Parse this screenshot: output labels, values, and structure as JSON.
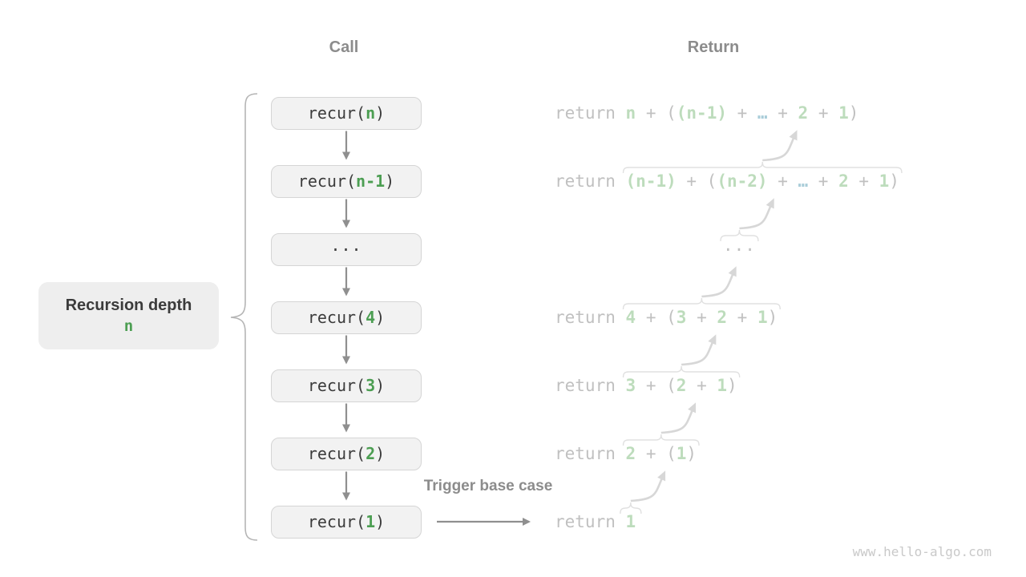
{
  "headers": {
    "call": "Call",
    "return": "Return"
  },
  "depth_label": {
    "title": "Recursion depth",
    "value": "n"
  },
  "trigger_label": "Trigger base case",
  "watermark": "www.hello-algo.com",
  "colors": {
    "call_green": "#4c9e52",
    "call_dark": "#3b3b3b",
    "return_green": "#bddcbc",
    "return_gray": "#c0c0c0",
    "return_teal": "#a9cdd9",
    "header_gray": "#8c8c8c",
    "box_fill": "#f2f2f2",
    "box_border": "#d5d5d5",
    "flow_arrow": "#8f8f8f",
    "annotation": "#dcdcdc"
  },
  "call_column": {
    "boxes": [
      {
        "segments": [
          {
            "t": "recur(",
            "c": "dark"
          },
          {
            "t": "n",
            "c": "green"
          },
          {
            "t": ")",
            "c": "dark"
          }
        ]
      },
      {
        "segments": [
          {
            "t": "recur(",
            "c": "dark"
          },
          {
            "t": "n-1",
            "c": "green"
          },
          {
            "t": ")",
            "c": "dark"
          }
        ]
      },
      {
        "segments": [
          {
            "t": "...",
            "c": "dark"
          }
        ]
      },
      {
        "segments": [
          {
            "t": "recur(",
            "c": "dark"
          },
          {
            "t": "4",
            "c": "green"
          },
          {
            "t": ")",
            "c": "dark"
          }
        ]
      },
      {
        "segments": [
          {
            "t": "recur(",
            "c": "dark"
          },
          {
            "t": "3",
            "c": "green"
          },
          {
            "t": ")",
            "c": "dark"
          }
        ]
      },
      {
        "segments": [
          {
            "t": "recur(",
            "c": "dark"
          },
          {
            "t": "2",
            "c": "green"
          },
          {
            "t": ")",
            "c": "dark"
          }
        ]
      },
      {
        "segments": [
          {
            "t": "recur(",
            "c": "dark"
          },
          {
            "t": "1",
            "c": "green"
          },
          {
            "t": ")",
            "c": "dark"
          }
        ]
      }
    ]
  },
  "return_column": {
    "lines": [
      {
        "type": "code",
        "keyword": "return ",
        "brace": false,
        "arrow_to_above": false,
        "expr": [
          {
            "t": "n",
            "c": "green"
          },
          {
            "t": " + ",
            "c": "gray"
          },
          {
            "t": "(",
            "c": "gray"
          },
          {
            "t": "(n-1)",
            "c": "green"
          },
          {
            "t": " + ",
            "c": "gray"
          },
          {
            "t": "…",
            "c": "teal"
          },
          {
            "t": " + ",
            "c": "gray"
          },
          {
            "t": "2",
            "c": "green"
          },
          {
            "t": " + ",
            "c": "gray"
          },
          {
            "t": "1",
            "c": "green"
          },
          {
            "t": ")",
            "c": "gray"
          }
        ]
      },
      {
        "type": "code",
        "keyword": "return ",
        "brace": true,
        "arrow_to_above": true,
        "expr": [
          {
            "t": "(n-1)",
            "c": "green"
          },
          {
            "t": " + ",
            "c": "gray"
          },
          {
            "t": "(",
            "c": "gray"
          },
          {
            "t": "(n-2)",
            "c": "green"
          },
          {
            "t": " + ",
            "c": "gray"
          },
          {
            "t": "…",
            "c": "teal"
          },
          {
            "t": " + ",
            "c": "gray"
          },
          {
            "t": "2",
            "c": "green"
          },
          {
            "t": " + ",
            "c": "gray"
          },
          {
            "t": "1",
            "c": "green"
          },
          {
            "t": ")",
            "c": "gray"
          }
        ]
      },
      {
        "type": "dots",
        "brace": true,
        "arrow_to_above": true,
        "expr": [
          {
            "t": "...",
            "c": "gray"
          }
        ]
      },
      {
        "type": "code",
        "keyword": "return ",
        "brace": true,
        "arrow_to_above": true,
        "expr": [
          {
            "t": "4",
            "c": "green"
          },
          {
            "t": " + ",
            "c": "gray"
          },
          {
            "t": "(",
            "c": "gray"
          },
          {
            "t": "3",
            "c": "green"
          },
          {
            "t": " + ",
            "c": "gray"
          },
          {
            "t": "2",
            "c": "green"
          },
          {
            "t": " + ",
            "c": "gray"
          },
          {
            "t": "1",
            "c": "green"
          },
          {
            "t": ")",
            "c": "gray"
          }
        ]
      },
      {
        "type": "code",
        "keyword": "return ",
        "brace": true,
        "arrow_to_above": true,
        "expr": [
          {
            "t": "3",
            "c": "green"
          },
          {
            "t": " + ",
            "c": "gray"
          },
          {
            "t": "(",
            "c": "gray"
          },
          {
            "t": "2",
            "c": "green"
          },
          {
            "t": " + ",
            "c": "gray"
          },
          {
            "t": "1",
            "c": "green"
          },
          {
            "t": ")",
            "c": "gray"
          }
        ]
      },
      {
        "type": "code",
        "keyword": "return ",
        "brace": true,
        "arrow_to_above": true,
        "expr": [
          {
            "t": "2",
            "c": "green"
          },
          {
            "t": " + ",
            "c": "gray"
          },
          {
            "t": "(",
            "c": "gray"
          },
          {
            "t": "1",
            "c": "green"
          },
          {
            "t": ")",
            "c": "gray"
          }
        ]
      },
      {
        "type": "code",
        "keyword": "return ",
        "brace": true,
        "arrow_to_above": true,
        "expr": [
          {
            "t": "1",
            "c": "green"
          }
        ]
      }
    ]
  }
}
